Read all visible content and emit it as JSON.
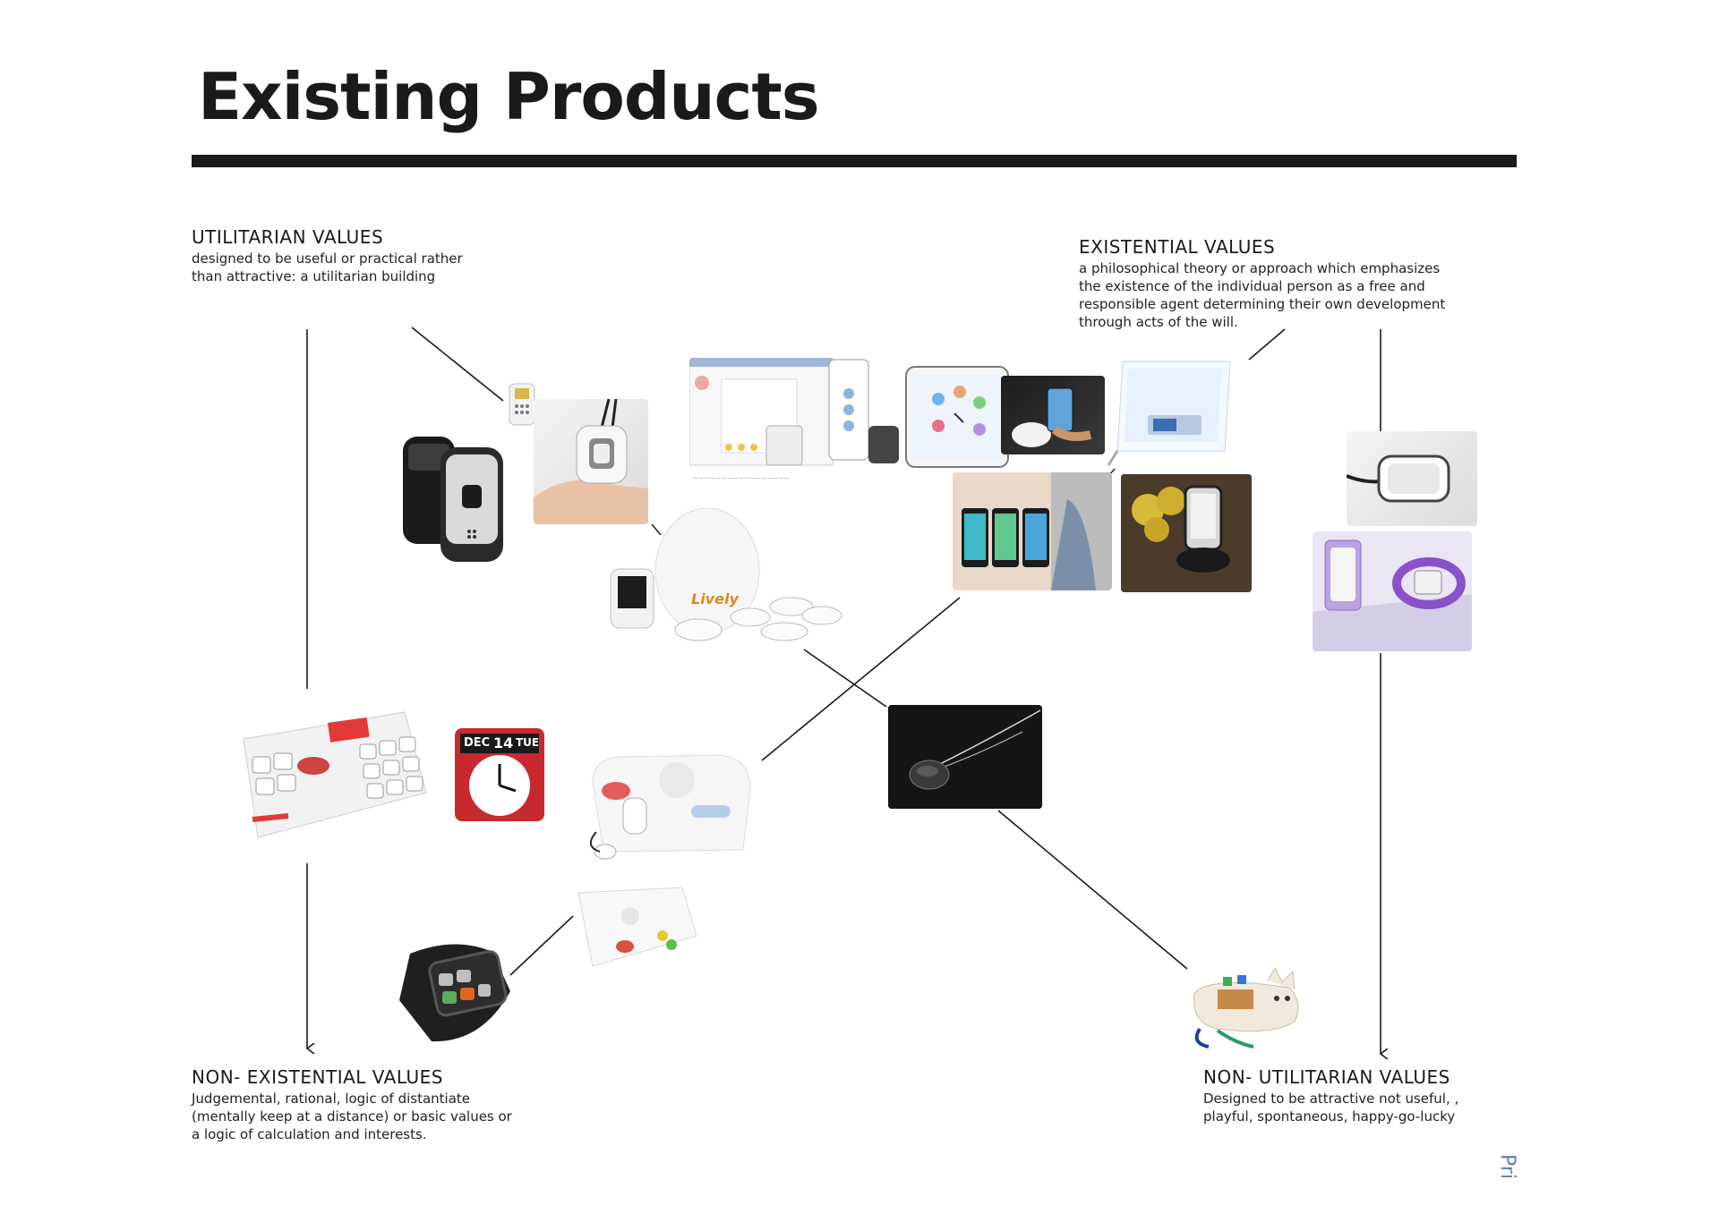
{
  "page": {
    "title": "Existing Products",
    "page_mark": "Pri"
  },
  "quadrants": {
    "utilitarian": {
      "heading": "UTILITARIAN VALUES",
      "lines": [
        "designed to be useful or practical rather",
        "than attractive: a utilitarian building"
      ]
    },
    "existential": {
      "heading": "EXISTENTIAL VALUES",
      "lines": [
        "a philosophical theory or approach which emphasizes",
        "the existence of the individual person as a free and",
        "responsible agent determining their own development",
        "through acts of the will."
      ]
    },
    "non_existential": {
      "heading": "NON- EXISTENTIAL VALUES",
      "lines": [
        "Judgemental, rational, logic of distantiate",
        "(mentally keep at a distance) or basic values or",
        "a logic of calculation and interests."
      ]
    },
    "non_utilitarian": {
      "heading": "NON- UTILITARIAN VALUES",
      "lines": [
        "Designed to be attractive not useful, ,",
        "playful, spontaneous, happy-go-lucky"
      ]
    }
  },
  "product_labels": {
    "lively": "Lively",
    "clock_month": "DEC",
    "clock_day": "14",
    "clock_weekday": "TUE"
  },
  "colors": {
    "text": "#1a1a1a",
    "rule": "#1b1b1b",
    "page_mark": "#5a7fb0"
  }
}
